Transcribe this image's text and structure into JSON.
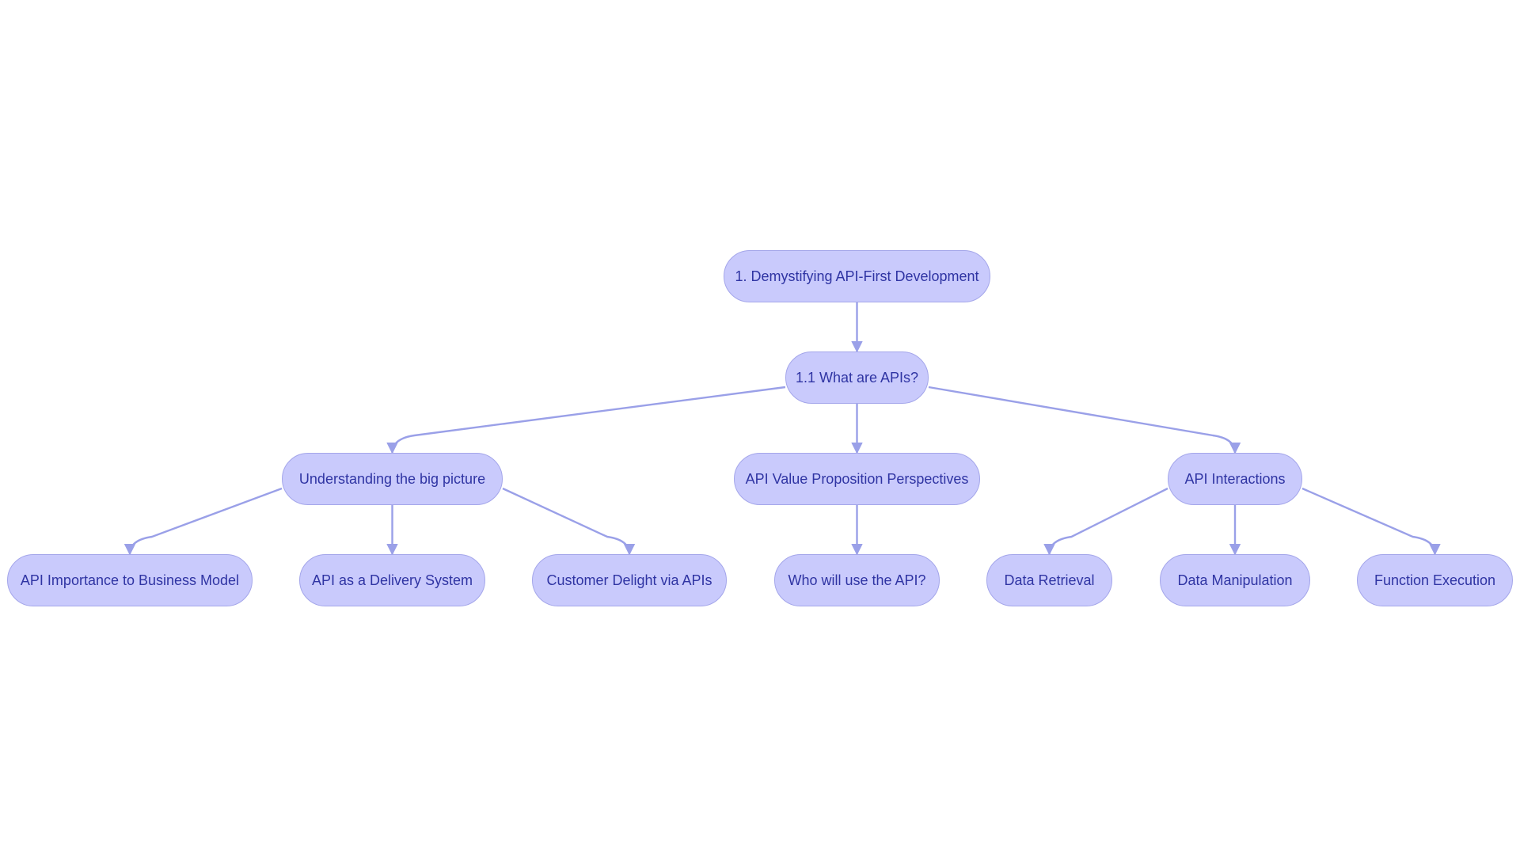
{
  "diagram": {
    "nodes": {
      "root": "1. Demystifying API-First Development",
      "what": "1.1 What are APIs?",
      "big": "Understanding the big picture",
      "value": "API Value Proposition Perspectives",
      "inter": "API Interactions",
      "importance": "API Importance to Business Model",
      "delivery": "API as a Delivery System",
      "delight": "Customer Delight via APIs",
      "who": "Who will use the API?",
      "retrieval": "Data Retrieval",
      "manipulation": "Data Manipulation",
      "execution": "Function Execution"
    },
    "edges": [
      [
        "root",
        "what"
      ],
      [
        "what",
        "big"
      ],
      [
        "what",
        "value"
      ],
      [
        "what",
        "inter"
      ],
      [
        "big",
        "importance"
      ],
      [
        "big",
        "delivery"
      ],
      [
        "big",
        "delight"
      ],
      [
        "value",
        "who"
      ],
      [
        "inter",
        "retrieval"
      ],
      [
        "inter",
        "manipulation"
      ],
      [
        "inter",
        "execution"
      ]
    ]
  }
}
